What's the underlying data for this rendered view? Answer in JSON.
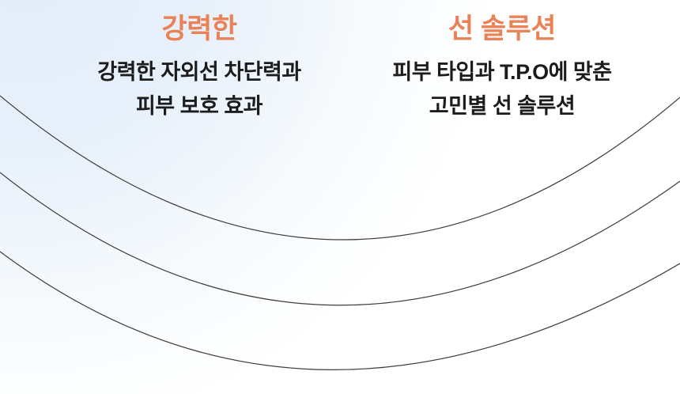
{
  "banner": {
    "accent_color": "#ea8157",
    "text_color": "#1c1c1c",
    "arc_color": "#3d3d3d",
    "background_tint": "#e2ecf9",
    "features": [
      {
        "title": "강력한",
        "lines": [
          "강력한 자외선 차단력과",
          "피부 보호 효과"
        ]
      },
      {
        "title": "선 솔루션",
        "lines": [
          "피부 타입과 T.P.O에 맞춘",
          "고민별 선 솔루션"
        ]
      }
    ]
  }
}
